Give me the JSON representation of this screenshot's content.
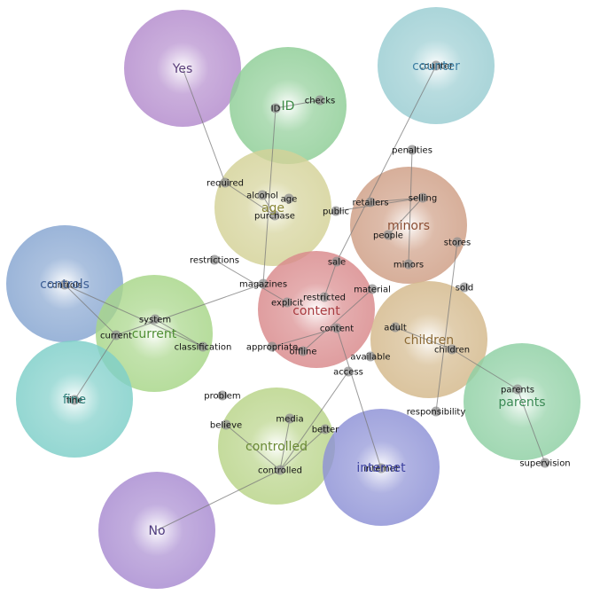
{
  "clusters": [
    {
      "id": "yes",
      "label": "Yes",
      "color": "#b48ccd",
      "text_color": "#5a3d7a"
    },
    {
      "id": "id",
      "label": "ID",
      "color": "#8fce97",
      "text_color": "#3c8a45"
    },
    {
      "id": "counter",
      "label": "counter",
      "color": "#9acdd2",
      "text_color": "#3d7fa3"
    },
    {
      "id": "age",
      "label": "age",
      "color": "#d4d298",
      "text_color": "#8c8a3a"
    },
    {
      "id": "minors",
      "label": "minors",
      "color": "#cf9f86",
      "text_color": "#8c4f35"
    },
    {
      "id": "controls",
      "label": "controls",
      "color": "#87a6d1",
      "text_color": "#3d5f96"
    },
    {
      "id": "current",
      "label": "current",
      "color": "#a8d689",
      "text_color": "#4f8f34"
    },
    {
      "id": "content",
      "label": "content",
      "color": "#d98a8c",
      "text_color": "#a83a3f"
    },
    {
      "id": "children",
      "label": "children",
      "color": "#d4b98c",
      "text_color": "#8c6a35"
    },
    {
      "id": "fine",
      "label": "fine",
      "color": "#7fcfc9",
      "text_color": "#2f7f7a"
    },
    {
      "id": "parents",
      "label": "parents",
      "color": "#8fd0a4",
      "text_color": "#3b8a55"
    },
    {
      "id": "controlled",
      "label": "controlled",
      "color": "#b9d489",
      "text_color": "#6a8a35"
    },
    {
      "id": "internet",
      "label": "internet",
      "color": "#8e92d6",
      "text_color": "#3d42a0"
    },
    {
      "id": "no",
      "label": "No",
      "color": "#a98cd1",
      "text_color": "#4e3a7d"
    }
  ],
  "words": [
    {
      "id": "w_counter",
      "label": "counter"
    },
    {
      "id": "w_id",
      "label": "ID"
    },
    {
      "id": "w_checks",
      "label": "checks"
    },
    {
      "id": "w_penalties",
      "label": "penalties"
    },
    {
      "id": "w_required",
      "label": "required"
    },
    {
      "id": "w_alcohol",
      "label": "alcohol"
    },
    {
      "id": "w_age",
      "label": "age"
    },
    {
      "id": "w_retailers",
      "label": "retailers"
    },
    {
      "id": "w_selling",
      "label": "selling"
    },
    {
      "id": "w_public",
      "label": "public"
    },
    {
      "id": "w_purchase",
      "label": "purchase"
    },
    {
      "id": "w_people",
      "label": "people"
    },
    {
      "id": "w_stores",
      "label": "stores"
    },
    {
      "id": "w_restrictions",
      "label": "restrictions"
    },
    {
      "id": "w_sale",
      "label": "sale"
    },
    {
      "id": "w_minors",
      "label": "minors"
    },
    {
      "id": "w_controls",
      "label": "controls"
    },
    {
      "id": "w_magazines",
      "label": "magazines"
    },
    {
      "id": "w_sold",
      "label": "sold"
    },
    {
      "id": "w_material",
      "label": "material"
    },
    {
      "id": "w_restricted",
      "label": "restricted"
    },
    {
      "id": "w_explicit",
      "label": "explicit"
    },
    {
      "id": "w_system",
      "label": "system"
    },
    {
      "id": "w_content",
      "label": "content"
    },
    {
      "id": "w_adult",
      "label": "adult"
    },
    {
      "id": "w_current",
      "label": "current"
    },
    {
      "id": "w_classification",
      "label": "classification"
    },
    {
      "id": "w_appropriate",
      "label": "appropriate"
    },
    {
      "id": "w_offline",
      "label": "offline"
    },
    {
      "id": "w_children",
      "label": "children"
    },
    {
      "id": "w_available",
      "label": "available"
    },
    {
      "id": "w_access",
      "label": "access"
    },
    {
      "id": "w_parents",
      "label": "parents"
    },
    {
      "id": "w_problem",
      "label": "problem"
    },
    {
      "id": "w_fine",
      "label": "fine"
    },
    {
      "id": "w_responsibility",
      "label": "responsibility"
    },
    {
      "id": "w_media",
      "label": "media"
    },
    {
      "id": "w_believe",
      "label": "believe"
    },
    {
      "id": "w_better",
      "label": "better"
    },
    {
      "id": "w_internet",
      "label": "internet"
    },
    {
      "id": "w_controlled",
      "label": "controlled"
    },
    {
      "id": "w_supervision",
      "label": "supervision"
    }
  ],
  "links": [
    [
      "yes",
      "w_required"
    ],
    [
      "w_required",
      "w_purchase"
    ],
    [
      "w_id",
      "w_magazines"
    ],
    [
      "w_id",
      "w_checks"
    ],
    [
      "w_counter",
      "w_sale"
    ],
    [
      "w_penalties",
      "w_minors"
    ],
    [
      "w_selling",
      "w_people"
    ],
    [
      "w_retailers",
      "w_selling"
    ],
    [
      "w_selling",
      "w_public"
    ],
    [
      "w_alcohol",
      "w_purchase"
    ],
    [
      "w_stores",
      "w_responsibility"
    ],
    [
      "w_restrictions",
      "w_explicit"
    ],
    [
      "w_magazines",
      "w_current"
    ],
    [
      "w_sale",
      "w_restricted"
    ],
    [
      "w_controls",
      "w_current"
    ],
    [
      "w_controls",
      "w_classification"
    ],
    [
      "w_system",
      "w_classification"
    ],
    [
      "w_current",
      "w_fine"
    ],
    [
      "w_material",
      "w_offline"
    ],
    [
      "w_content",
      "w_appropriate"
    ],
    [
      "w_content",
      "w_internet"
    ],
    [
      "w_adult",
      "w_children"
    ],
    [
      "w_children",
      "w_parents"
    ],
    [
      "w_parents",
      "w_supervision"
    ],
    [
      "w_access",
      "w_controlled"
    ],
    [
      "w_controlled",
      "no"
    ],
    [
      "w_media",
      "w_controlled"
    ],
    [
      "w_believe",
      "w_controlled"
    ],
    [
      "w_better",
      "w_controlled"
    ]
  ]
}
